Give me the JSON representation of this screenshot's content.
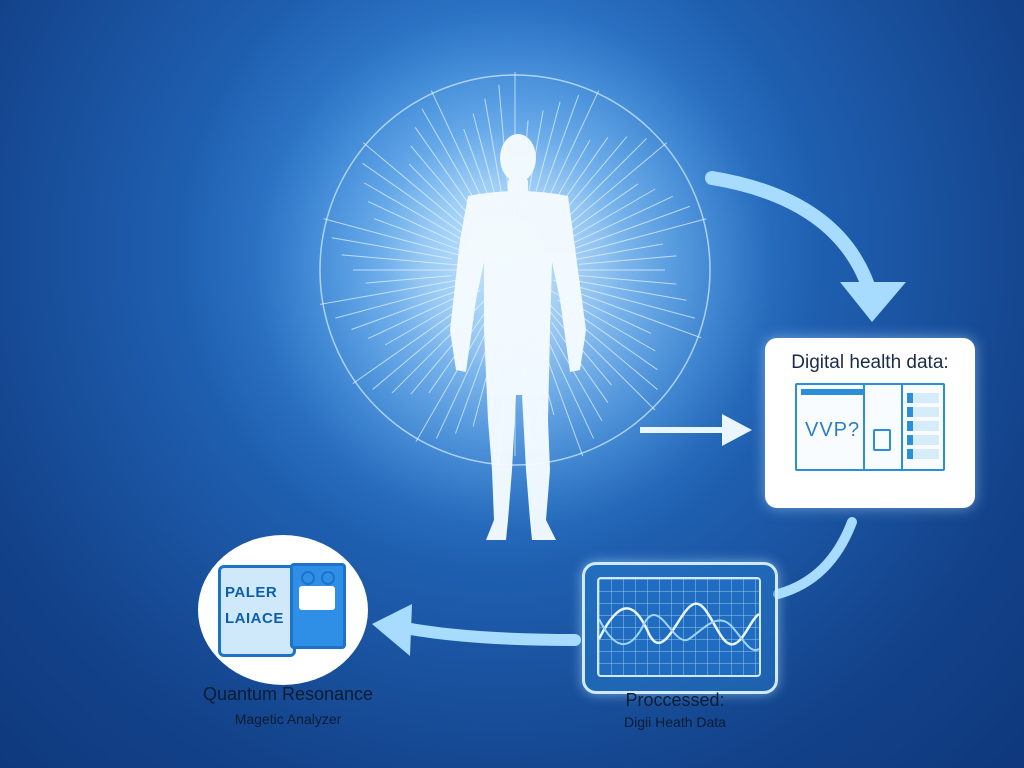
{
  "data_card": {
    "title": "Digital health data:",
    "panel_text": "VVP?"
  },
  "analyzer": {
    "device_label_line1": "PALER",
    "device_label_line2": "LAIACE",
    "caption_line1": "Quantum Resonance",
    "caption_line2": "Magetic Analyzer"
  },
  "processed": {
    "caption_line1": "Proccessed:",
    "caption_line2": "Digii Heath Data"
  },
  "colors": {
    "background_center": "#8fd0ff",
    "background_edge": "#0d3478",
    "arrow": "#a8dcff",
    "accent": "#2b8ed9"
  },
  "icons": [
    "human-silhouette-icon",
    "radiant-aura-icon",
    "flow-arrow-icon",
    "device-cube-icon",
    "waveform-icon",
    "document-icon"
  ]
}
